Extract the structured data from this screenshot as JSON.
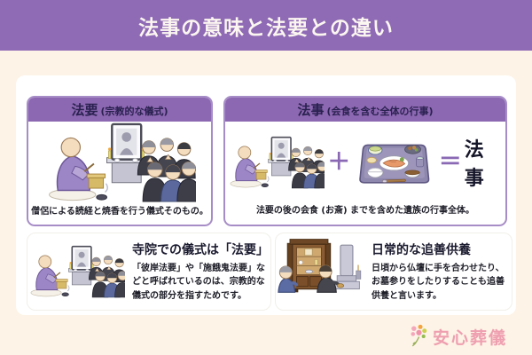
{
  "colors": {
    "background": "#fdf3e6",
    "banner_purple": "#8f6ab5",
    "panel_border_purple": "#a78dc7",
    "panel_header_purple": "#8d68b2",
    "panel_header_text": "#2a2150",
    "accent_purple": "#8a68b4",
    "text_dark": "#1d1d28",
    "logo_pink": "#ee9fb0"
  },
  "banner": {
    "title": "法事の意味と法要との違い"
  },
  "panels": {
    "houyou": {
      "name": "法要",
      "note": "(宗教的な儀式)",
      "caption": "僧侶による読経と焼香を行う儀式そのもの。"
    },
    "houji": {
      "name": "法事",
      "note": "(会食を含む全体の行事)",
      "plus": "＋",
      "equals": "＝",
      "result": "法事",
      "caption": "法要の後の会食 (お斎) までを含めた遺族の行事全体。"
    }
  },
  "notes": {
    "temple": {
      "heading": "寺院での儀式は「法要」",
      "body": "「彼岸法要」や「施餓鬼法要」などと呼ばれているのは、宗教的な儀式の部分を指すためです。"
    },
    "daily": {
      "heading": "日常的な追善供養",
      "body": "日頃から仏壇に手を合わせたり、お墓参りをしたりすることも追善供養と言います。"
    }
  },
  "footer": {
    "logo_text": "安心葬儀"
  },
  "illustrations": {
    "monk_ceremony": "monk-ceremony-illustration",
    "meal_tray": "meal-tray-illustration",
    "butsudan_grave": "butsudan-and-grave-illustration",
    "flower_logo": "flower-logo-icon"
  }
}
